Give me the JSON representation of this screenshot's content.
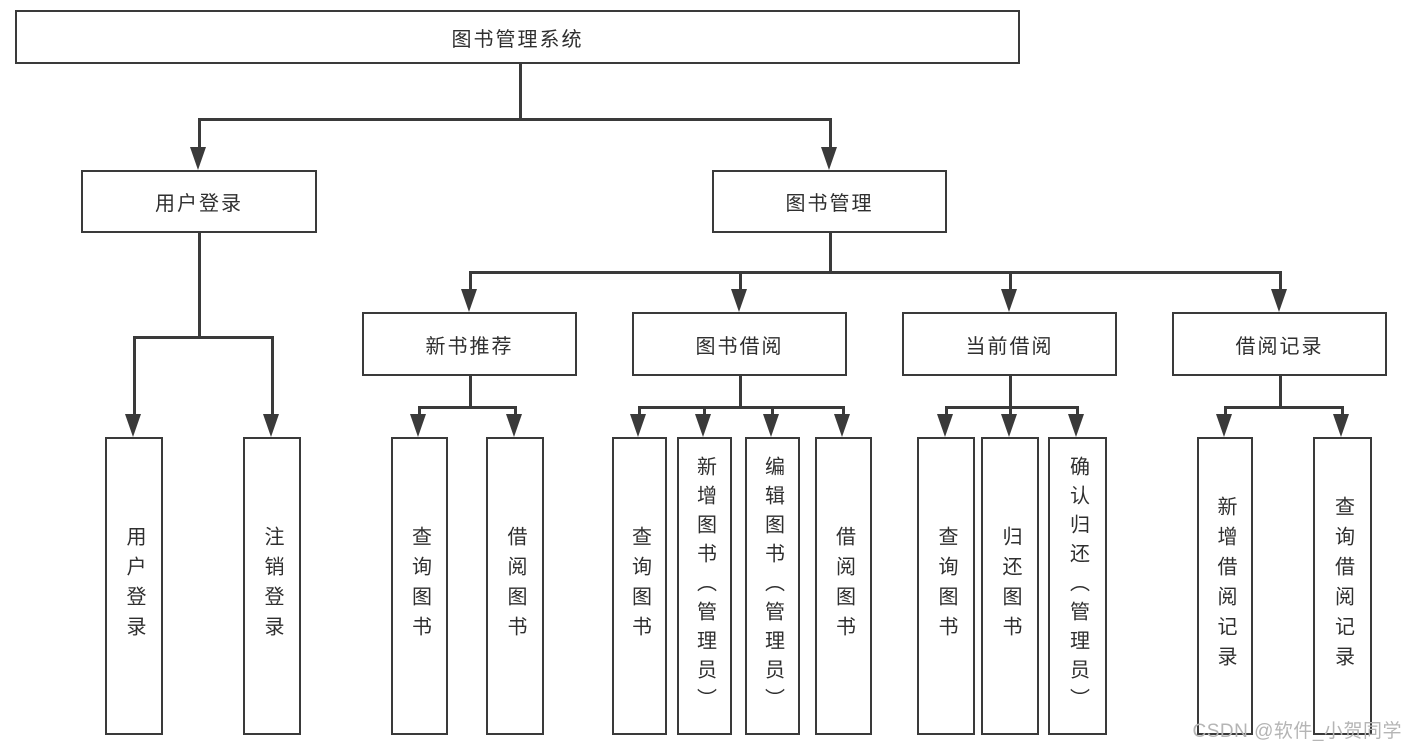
{
  "diagram": {
    "root": {
      "label": "图书管理系统"
    },
    "user_branch": {
      "label": "用户登录",
      "children": [
        {
          "label": "用户登录"
        },
        {
          "label": "注销登录"
        }
      ]
    },
    "mgmt_branch": {
      "label": "图书管理",
      "sections": [
        {
          "label": "新书推荐",
          "children": [
            {
              "label": "查询图书"
            },
            {
              "label": "借阅图书"
            }
          ]
        },
        {
          "label": "图书借阅",
          "children": [
            {
              "label": "查询图书"
            },
            {
              "label": "新增图书（管理员）"
            },
            {
              "label": "编辑图书（管理员）"
            },
            {
              "label": "借阅图书"
            }
          ]
        },
        {
          "label": "当前借阅",
          "children": [
            {
              "label": "查询图书"
            },
            {
              "label": "归还图书"
            },
            {
              "label": "确认归还（管理员）"
            }
          ]
        },
        {
          "label": "借阅记录",
          "children": [
            {
              "label": "新增借阅记录"
            },
            {
              "label": "查询借阅记录"
            }
          ]
        }
      ]
    }
  },
  "watermark": {
    "text": "CSDN @软件_小贺同学"
  },
  "colors": {
    "line": "#3a3a3a",
    "text": "#2f2f2f",
    "watermark": "#b5b5b5",
    "background": "#ffffff"
  }
}
